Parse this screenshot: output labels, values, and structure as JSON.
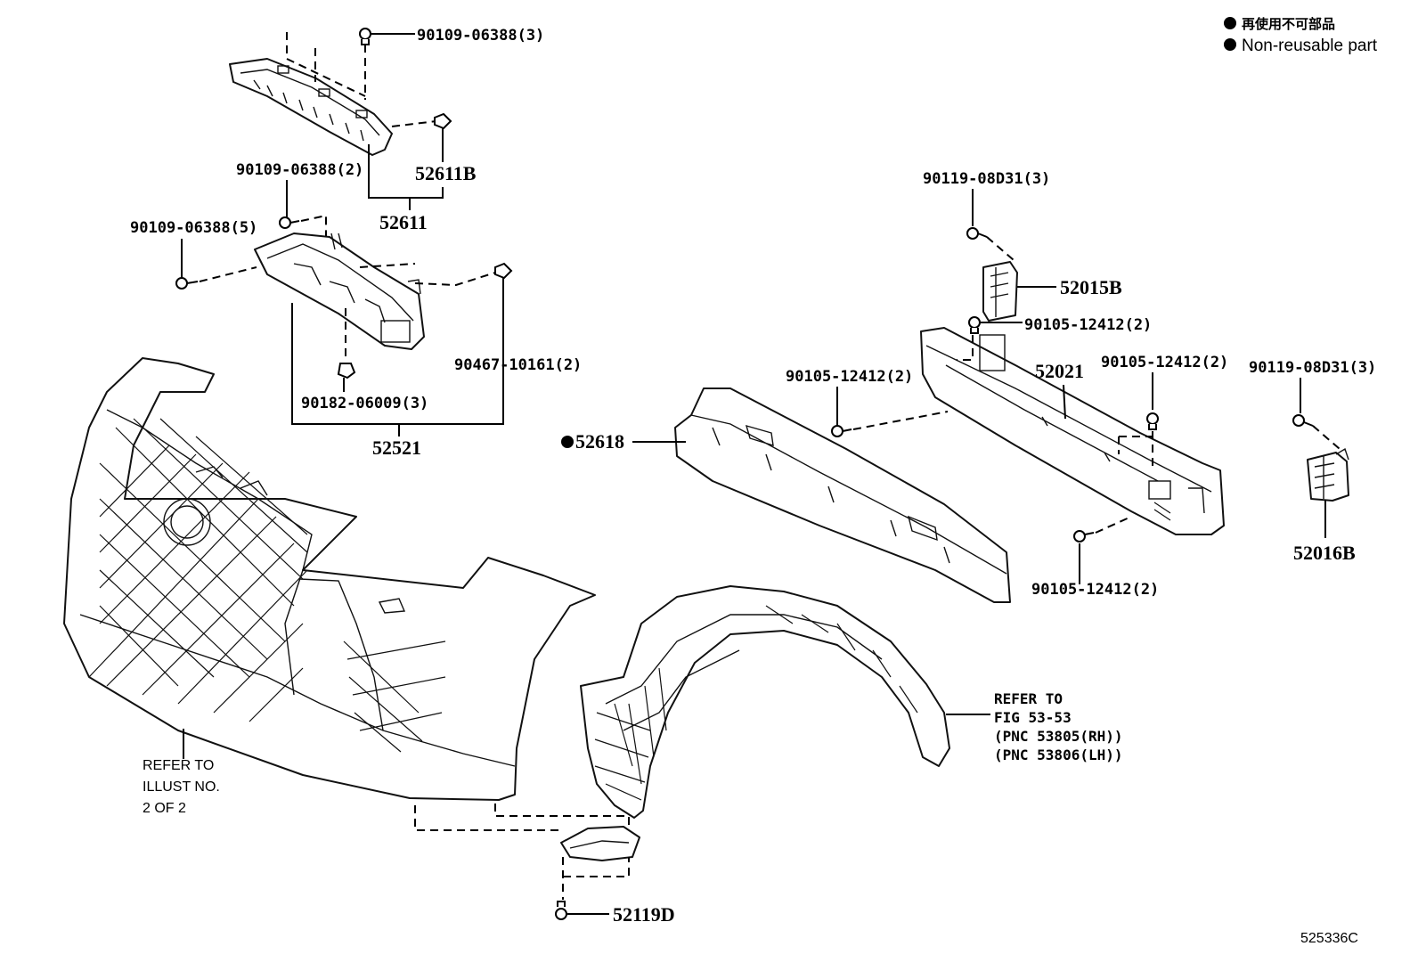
{
  "legend": {
    "jp_text": "再使用不可部品",
    "en_text": "Non-reusable part"
  },
  "labels": {
    "p1": "90109-06388(3)",
    "p2": "52611B",
    "p3": "90109-06388(2)",
    "p4": "52611",
    "p5": "90109-06388(5)",
    "p6": "90467-10161(2)",
    "p7": "90182-06009(3)",
    "p8": "52521",
    "p9": "90119-08D31(3)",
    "p10": "52015B",
    "p11": "90105-12412(2)",
    "p12": "90105-12412(2)",
    "p13": "52021",
    "p14": "90105-12412(2)",
    "p15": "90119-08D31(3)",
    "p16": "52618",
    "p17": "52016B",
    "p18": "90105-12412(2)",
    "p19": "52119D"
  },
  "refer_fig": {
    "line1": "REFER TO",
    "line2": "FIG 53-53",
    "line3": "(PNC 53805(RH))",
    "line4": "(PNC 53806(LH))"
  },
  "refer_illust": {
    "line1": "REFER TO",
    "line2": "ILLUST NO.",
    "line3": "2 OF 2"
  },
  "diagram_id": "525336C",
  "icons": [
    "bolt-icon",
    "clip-icon",
    "nut-icon",
    "non-reusable-dot-icon"
  ]
}
